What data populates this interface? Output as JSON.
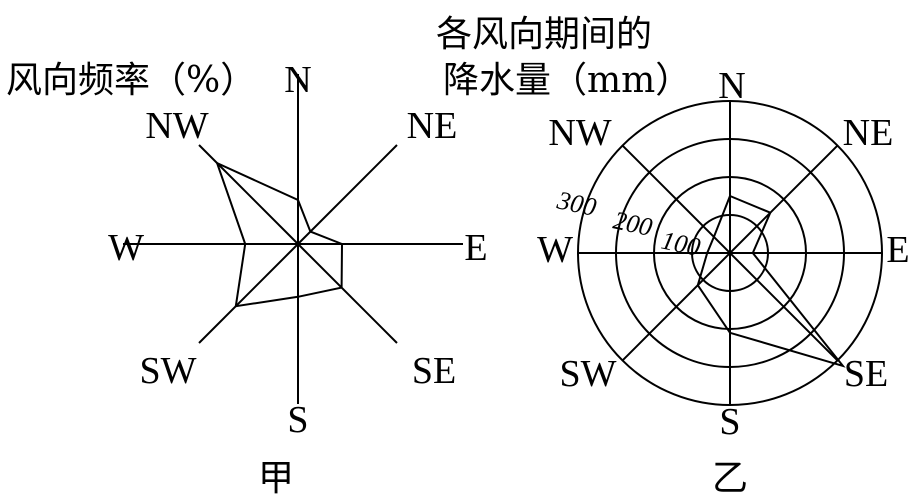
{
  "chart_data": [
    {
      "type": "radar",
      "title": "风向频率（%）",
      "caption": "甲",
      "directions": [
        "N",
        "NE",
        "E",
        "SE",
        "S",
        "SW",
        "W",
        "NW"
      ],
      "values": [
        5,
        2,
        5,
        7,
        6,
        10,
        6,
        13
      ]
    },
    {
      "type": "radar",
      "title_line1": "各风向期间的",
      "title_line2": "降水量（mm）",
      "caption": "乙",
      "directions": [
        "N",
        "NE",
        "E",
        "SE",
        "S",
        "SW",
        "W",
        "NW"
      ],
      "values": [
        150,
        150,
        60,
        420,
        210,
        120,
        60,
        60
      ],
      "ring_values": [
        100,
        200,
        300,
        400
      ],
      "ring_labels": [
        "300",
        "200",
        "100"
      ]
    }
  ]
}
